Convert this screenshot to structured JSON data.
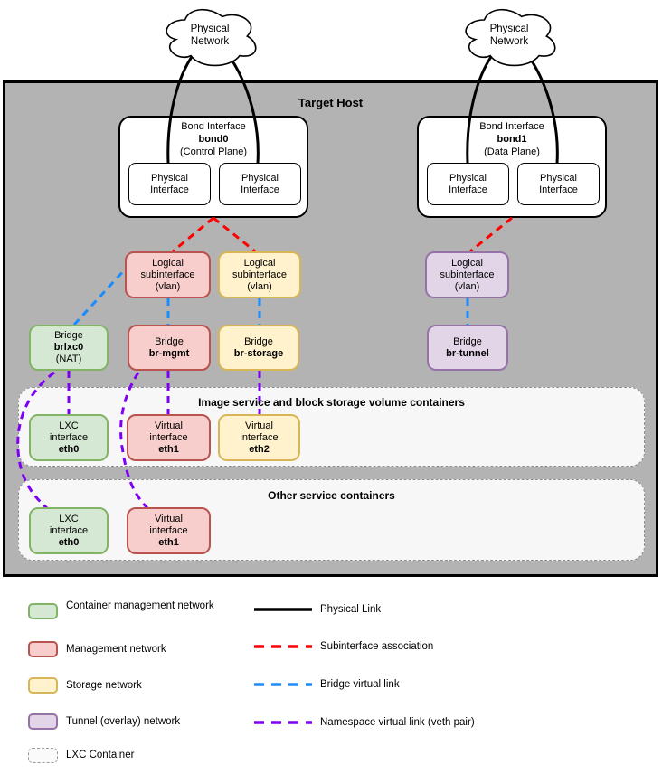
{
  "colors": {
    "green": {
      "fill": "#d5e8d4",
      "stroke": "#82b366"
    },
    "red": {
      "fill": "#f8cecc",
      "stroke": "#b85450"
    },
    "yellow": {
      "fill": "#fff2cc",
      "stroke": "#d6b656"
    },
    "purple": {
      "fill": "#e1d5e7",
      "stroke": "#9673a6"
    },
    "host_bg": "#b3b3b3",
    "container_bg": "#f7f7f7",
    "container_border": "#8f8f8f",
    "link_black": "#000000",
    "link_red": "#ff0000",
    "link_blue": "#1a8cff",
    "link_purple": "#7d00f5"
  },
  "clouds": [
    {
      "line1": "Physical",
      "line2": "Network"
    },
    {
      "line1": "Physical",
      "line2": "Network"
    }
  ],
  "host": {
    "title": "Target Host"
  },
  "bonds": [
    {
      "line1": "Bond Interface",
      "name": "bond0",
      "line3": "(Control Plane)",
      "ports": [
        {
          "line1": "Physical",
          "line2": "Interface"
        },
        {
          "line1": "Physical",
          "line2": "Interface"
        }
      ]
    },
    {
      "line1": "Bond Interface",
      "name": "bond1",
      "line3": "(Data Plane)",
      "ports": [
        {
          "line1": "Physical",
          "line2": "Interface"
        },
        {
          "line1": "Physical",
          "line2": "Interface"
        }
      ]
    }
  ],
  "subinterfaces": [
    {
      "line1": "Logical",
      "line2": "subinterface",
      "line3": "(vlan)",
      "network": "management"
    },
    {
      "line1": "Logical",
      "line2": "subinterface",
      "line3": "(vlan)",
      "network": "storage"
    },
    {
      "line1": "Logical",
      "line2": "subinterface",
      "line3": "(vlan)",
      "network": "tunnel"
    }
  ],
  "bridges": [
    {
      "line1": "Bridge",
      "name": "brlxc0",
      "line3": "(NAT)",
      "network": "container-management"
    },
    {
      "line1": "Bridge",
      "name": "br-mgmt",
      "network": "management"
    },
    {
      "line1": "Bridge",
      "name": "br-storage",
      "network": "storage"
    },
    {
      "line1": "Bridge",
      "name": "br-tunnel",
      "network": "tunnel"
    }
  ],
  "containers": [
    {
      "title": "Image service and block storage volume containers",
      "interfaces": [
        {
          "line1": "LXC",
          "line2": "interface",
          "name": "eth0",
          "network": "container-management"
        },
        {
          "line1": "Virtual",
          "line2": "interface",
          "name": "eth1",
          "network": "management"
        },
        {
          "line1": "Virtual",
          "line2": "interface",
          "name": "eth2",
          "network": "storage"
        }
      ]
    },
    {
      "title": "Other service containers",
      "interfaces": [
        {
          "line1": "LXC",
          "line2": "interface",
          "name": "eth0",
          "network": "container-management"
        },
        {
          "line1": "Virtual",
          "line2": "interface",
          "name": "eth1",
          "network": "management"
        }
      ]
    }
  ],
  "legend": {
    "swatches": [
      {
        "label": "Container management network"
      },
      {
        "label": "Management network"
      },
      {
        "label": "Storage network"
      },
      {
        "label": "Tunnel (overlay) network"
      },
      {
        "label": "LXC Container"
      }
    ],
    "links": [
      {
        "label": "Physical Link"
      },
      {
        "label": "Subinterface association"
      },
      {
        "label": "Bridge virtual link"
      },
      {
        "label": "Namespace virtual link (veth pair)"
      }
    ]
  }
}
